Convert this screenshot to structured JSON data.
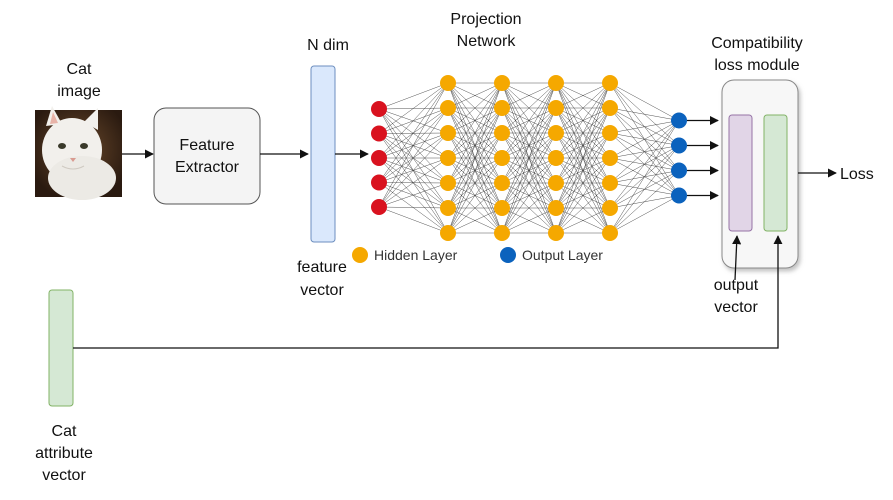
{
  "labels": {
    "cat_image": [
      "Cat",
      "image"
    ],
    "feature_extractor": [
      "Feature",
      "Extractor"
    ],
    "n_dim": "N dim",
    "feature_vector": [
      "feature",
      "vector"
    ],
    "projection_network": [
      "Projection",
      "Network"
    ],
    "compatibility_module": [
      "Compatibility",
      "loss module"
    ],
    "loss": "Loss",
    "output_vector": [
      "output",
      "vector"
    ],
    "cat_attribute_vector": [
      "Cat",
      "attribute",
      "vector"
    ]
  },
  "legend": {
    "hidden": "Hidden Layer",
    "output": "Output Layer"
  },
  "network": {
    "input_nodes": 5,
    "hidden_layers": 4,
    "hidden_nodes_per_layer": 7,
    "output_nodes": 4
  },
  "colors": {
    "input_node": "#d9121f",
    "hidden_node": "#f5a800",
    "output_node": "#0b62bd",
    "feature_vector_fill": "#dae8fc",
    "feature_vector_stroke": "#6c8ebf",
    "attribute_fill": "#d5e8d4",
    "attribute_stroke": "#82b366",
    "purple_fill": "#e1d5e7",
    "purple_stroke": "#9673a6"
  }
}
